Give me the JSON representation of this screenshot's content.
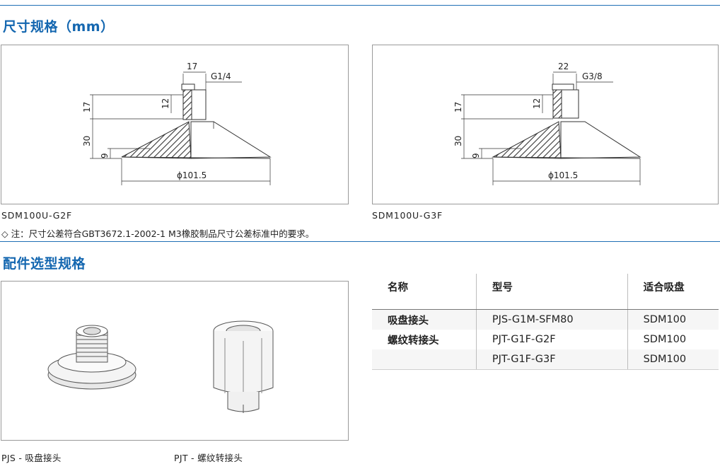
{
  "sections": {
    "dimensions_title": "尺寸规格（mm）",
    "accessories_title": "配件选型规格"
  },
  "drawing1": {
    "dims": {
      "top_width": "17",
      "thread": "G1/4",
      "height_17": "17",
      "height_12": "12",
      "height_30": "30",
      "height_9": "9",
      "diameter": "ϕ101.5"
    },
    "caption": "SDM100U-G2F"
  },
  "drawing2": {
    "dims": {
      "top_width": "22",
      "thread": "G3/8",
      "height_17": "17",
      "height_12": "12",
      "height_30": "30",
      "height_9": "9",
      "diameter": "ϕ101.5"
    },
    "caption": "SDM100U-G3F"
  },
  "note": "◇ 注：尺寸公差符合GBT3672.1-2002-1 M3橡胶制品尺寸公差标准中的要求。",
  "accessory_captions": {
    "pjs": "PJS - 吸盘接头",
    "pjt": "PJT - 螺纹转接头"
  },
  "table": {
    "headers": [
      "名称",
      "型号",
      "适合吸盘"
    ],
    "rows": [
      [
        "吸盘接头",
        "PJS-G1M-SFM80",
        "SDM100"
      ],
      [
        "螺纹转接头",
        "PJT-G1F-G2F",
        "SDM100"
      ],
      [
        "",
        "PJT-G1F-G3F",
        "SDM100"
      ]
    ]
  }
}
